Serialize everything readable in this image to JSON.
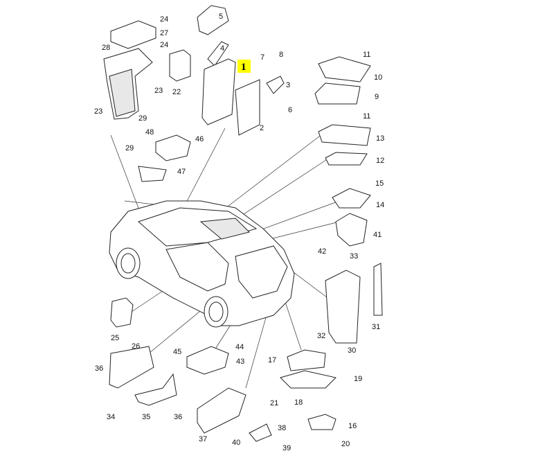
{
  "diagram": {
    "highlighted_callout": "1",
    "highlight_color": "#ffff00",
    "callouts": [
      "24",
      "27",
      "28",
      "24",
      "5",
      "4",
      "7",
      "8",
      "3",
      "6",
      "2",
      "22",
      "23",
      "23",
      "29",
      "48",
      "46",
      "29",
      "47",
      "11",
      "10",
      "9",
      "11",
      "13",
      "12",
      "15",
      "14",
      "41",
      "42",
      "33",
      "31",
      "32",
      "30",
      "25",
      "26",
      "45",
      "44",
      "43",
      "17",
      "19",
      "21",
      "18",
      "36",
      "34",
      "35",
      "36",
      "37",
      "40",
      "38",
      "39",
      "16",
      "20"
    ]
  }
}
